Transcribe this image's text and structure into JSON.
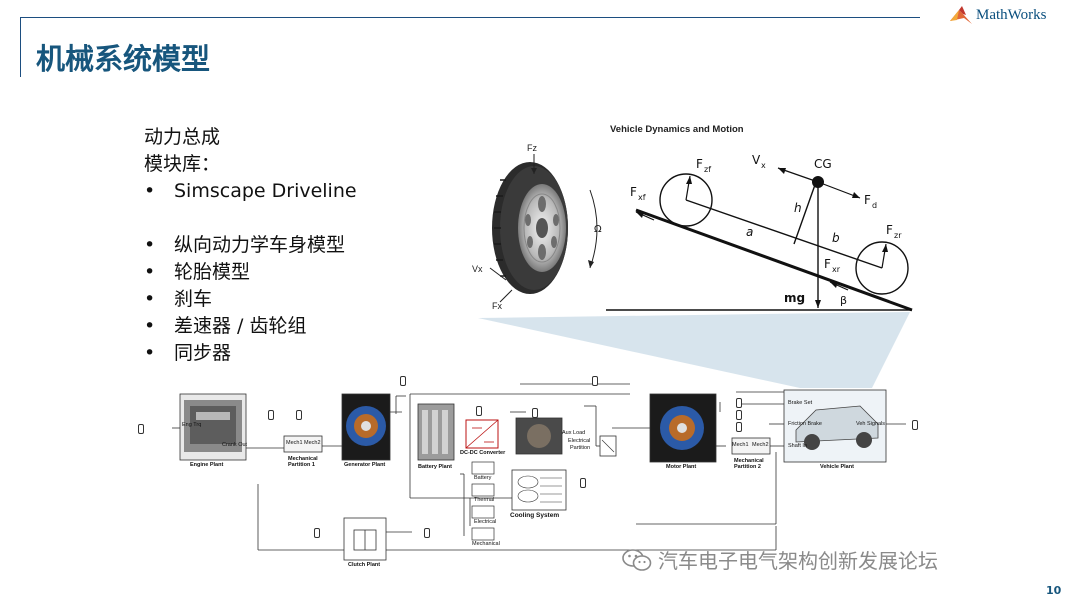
{
  "header": {
    "brand": "MathWorks",
    "title": "机械系统模型"
  },
  "content": {
    "intro_lines": [
      "动力总成",
      "模块库："
    ],
    "bullets_primary": [
      "Simscape Driveline"
    ],
    "bullets_secondary": [
      "纵向动力学车身模型",
      "轮胎模型",
      "刹车",
      "差速器 / 齿轮组",
      "同步器"
    ]
  },
  "tire_figure": {
    "labels": {
      "fz": "Fz",
      "omega": "Ω",
      "vx": "Vx",
      "fx": "Fx"
    }
  },
  "vehicle_dynamics_figure": {
    "title": "Vehicle Dynamics and Motion",
    "labels": {
      "vx": "V",
      "vx_sub": "x",
      "cg": "CG",
      "fzf": "F",
      "fzf_sub": "zf",
      "fxf": "F",
      "fxf_sub": "xf",
      "fd": "F",
      "fd_sub": "d",
      "h": "h",
      "a": "a",
      "b": "b",
      "fzr": "F",
      "fzr_sub": "zr",
      "fxr": "F",
      "fxr_sub": "xr",
      "mg": "mg",
      "beta": "β"
    }
  },
  "model_diagram": {
    "blocks": {
      "engine": {
        "label": "Engine Plant",
        "port_trq": "Eng Trq",
        "port_crank": "Crank Out"
      },
      "mech1": {
        "inner_left": "Mech1",
        "inner_right": "Mech2",
        "label_line1": "Mechanical",
        "label_line2": "Partition 1"
      },
      "generator": {
        "label": "Generator Plant"
      },
      "battery": {
        "label": "Battery Plant"
      },
      "dcdc": {
        "label": "DC-DC Converter"
      },
      "aux": {
        "label": "Aux Load"
      },
      "electrical": {
        "label_line1": "Electrical",
        "label_line2": "Partition"
      },
      "cooling": {
        "label": "Cooling System"
      },
      "motor": {
        "label": "Motor Plant"
      },
      "mech2": {
        "inner_left": "Mech1",
        "inner_right": "Mech2",
        "label_line1": "Mechanical",
        "label_line2": "Partition 2"
      },
      "vehicle": {
        "label": "Vehicle Plant",
        "port_brake": "Brake Set",
        "port_friction": "Friction Brake",
        "port_shaft": "Shaft In",
        "port_signals": "Veh Signals"
      },
      "clutch": {
        "label": "Clutch Plant"
      }
    },
    "thermal_labels": [
      "Battery",
      "Thermal",
      "Electrical",
      "Mechanical"
    ]
  },
  "watermark": {
    "text": "汽车电子电气架构创新发展论坛"
  },
  "footer": {
    "page_number": "10"
  }
}
